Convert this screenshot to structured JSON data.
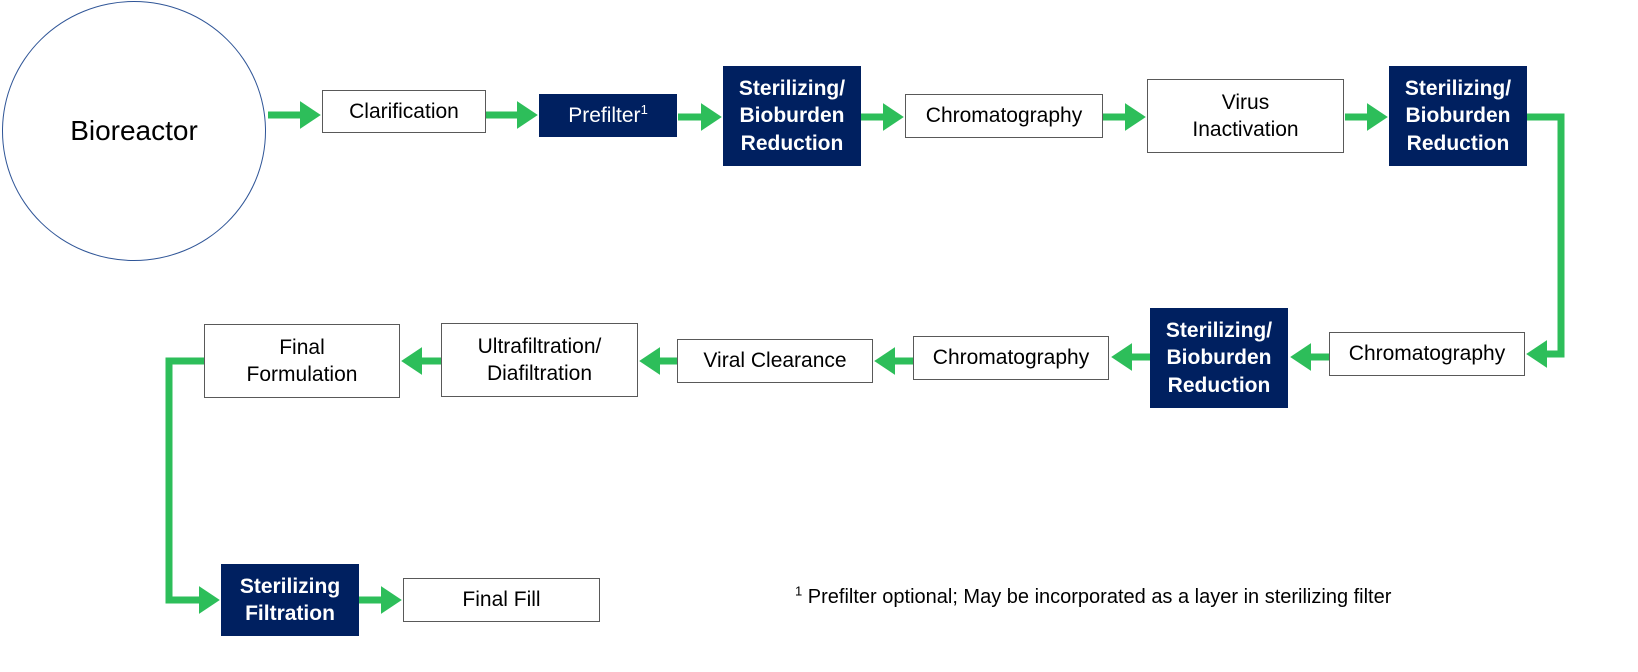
{
  "diagram": {
    "bioreactor": "Bioreactor",
    "row1": {
      "clarification": "Clarification",
      "prefilter": "Prefilter",
      "prefilter_sup": "1",
      "sterilizing_1": "Sterilizing/\nBioburden\nReduction",
      "chromatography_1": "Chromatography",
      "virus_inactivation": "Virus\nInactivation",
      "sterilizing_2": "Sterilizing/\nBioburden\nReduction"
    },
    "row2": {
      "chromatography_2": "Chromatography",
      "sterilizing_3": "Sterilizing/\nBioburden\nReduction",
      "chromatography_3": "Chromatography",
      "viral_clearance": "Viral Clearance",
      "ultrafiltration": "Ultrafiltration/\nDiafiltration",
      "final_formulation": "Final\nFormulation"
    },
    "row3": {
      "sterilizing_filtration": "Sterilizing\nFiltration",
      "final_fill": "Final Fill"
    },
    "footnote": {
      "marker": "1",
      "text": "Prefilter optional; May be incorporated as a layer in sterilizing filter"
    },
    "colors": {
      "arrow": "#2dbe5a",
      "highlight_box": "#002060",
      "box_border": "#595959",
      "circle_border": "#2f5597"
    }
  }
}
